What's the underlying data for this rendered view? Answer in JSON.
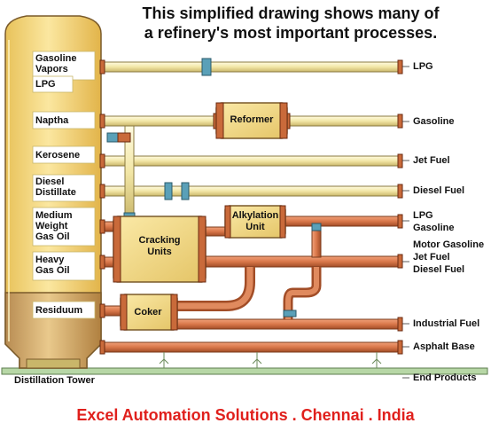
{
  "title": {
    "line1": "This simplified drawing shows many of",
    "line2": "a refinery's most important processes."
  },
  "tower_fractions": [
    {
      "line1": "Gasoline",
      "line2": "Vapors"
    },
    {
      "line1": "LPG"
    },
    {
      "line1": "Naptha"
    },
    {
      "line1": "Kerosene"
    },
    {
      "line1": "Diesel",
      "line2": "Distillate"
    },
    {
      "line1": "Medium",
      "line2": "Weight",
      "line3": "Gas Oil"
    },
    {
      "line1": "Heavy",
      "line2": "Gas Oil"
    },
    {
      "line1": "Residuum"
    }
  ],
  "units": {
    "reformer": "Reformer",
    "alkylation": {
      "line1": "Alkylation",
      "line2": "Unit"
    },
    "cracking": {
      "line1": "Cracking",
      "line2": "Units"
    },
    "coker": "Coker"
  },
  "products": {
    "lpg": "LPG",
    "gasoline": "Gasoline",
    "jet_fuel": "Jet Fuel",
    "diesel_fuel": "Diesel Fuel",
    "alky_lpg": "LPG",
    "alky_gasoline": "Gasoline",
    "motor_gasoline": "Motor Gasoline",
    "crack_jet_fuel": "Jet Fuel",
    "crack_diesel_fuel": "Diesel Fuel",
    "industrial_fuel": "Industrial Fuel",
    "asphalt_base": "Asphalt Base",
    "end_products": "End Products"
  },
  "base_label": "Distillation Tower",
  "footer": "Excel Automation Solutions . Chennai . India",
  "colors": {
    "tower_fill": "#f7dc7a",
    "tower_outline": "#7a5a2a",
    "cream_pipe": "#f4eab0",
    "copper_pipe": "#d9774a",
    "coupling": "#5aa0b8",
    "ground": "#b7d7a6",
    "footer": "#e0201c"
  },
  "icons": [
    "flange-icon",
    "valve-icon",
    "coupling-icon"
  ]
}
